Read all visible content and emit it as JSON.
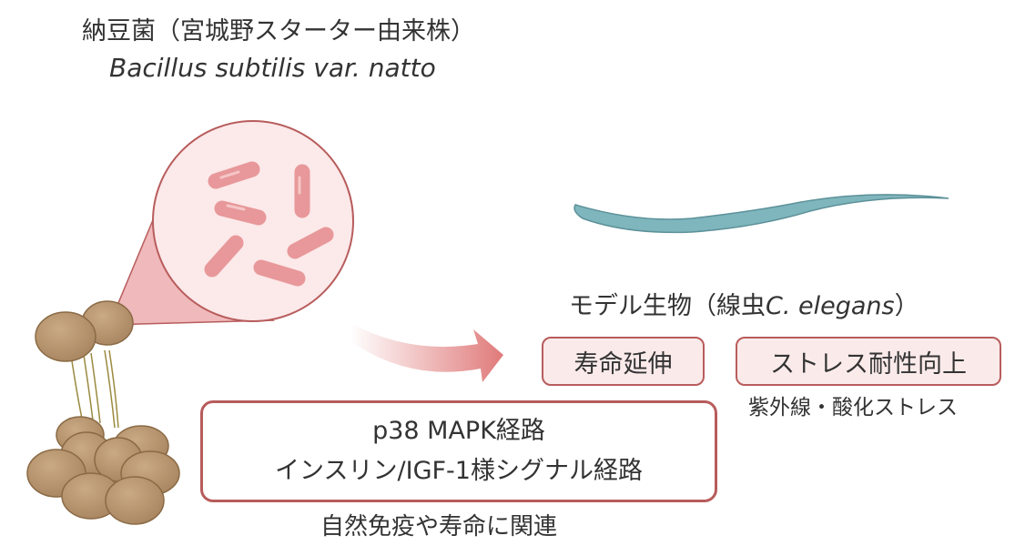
{
  "organism": {
    "title": "納豆菌（宮城野スターター由来株）",
    "scientific_name": "Bacillus subtilis var. natto"
  },
  "model": {
    "prefix": "モデル生物（線虫",
    "species": "C. elegans",
    "suffix": "）"
  },
  "effects": [
    {
      "label": "寿命延伸"
    },
    {
      "label": "ストレス耐性向上",
      "note": "紫外線・酸化ストレス"
    }
  ],
  "pathways": {
    "lines": [
      "p38 MAPK経路",
      "インスリン/IGF-1様シグナル経路"
    ],
    "caption": "自然免疫や寿命に関連"
  },
  "colors": {
    "accent": "#b85c5c",
    "bacteria": "#e8989a",
    "worm": "#7fb6bd",
    "bean": "#b89670"
  }
}
